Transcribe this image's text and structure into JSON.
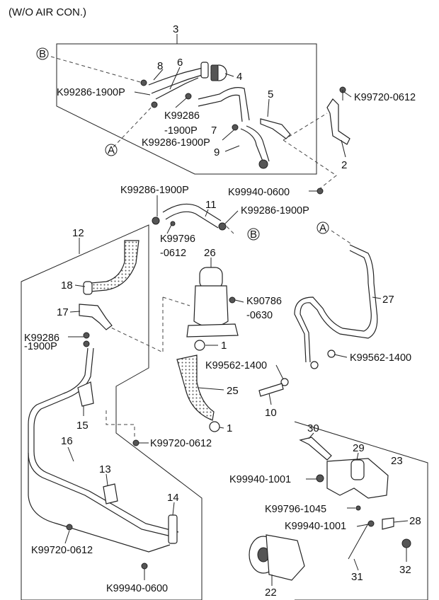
{
  "title": "(W/O AIR CON.)",
  "refs": {
    "a1": "A",
    "a2": "A",
    "b1": "B",
    "b2": "B"
  },
  "parts": {
    "p1a": "1",
    "p1b": "1",
    "p2": "2",
    "p3": "3",
    "p4": "4",
    "p5": "5",
    "p6": "6",
    "p7": "7",
    "p8": "8",
    "p9": "9",
    "p10": "10",
    "p11": "11",
    "p12": "12",
    "p13": "13",
    "p14": "14",
    "p15": "15",
    "p16": "16",
    "p17": "17",
    "p18": "18",
    "p22": "22",
    "p23": "23",
    "p25": "25",
    "p26": "26",
    "p27": "27",
    "p28": "28",
    "p29": "29",
    "p30": "30",
    "p31": "31",
    "p32": "32"
  },
  "codes": {
    "k99286_a": "K99286-1900P",
    "k99286_b1": "K99286",
    "k99286_b2": "-1900P",
    "k99286_c": "K99286-1900P",
    "k99286_d": "K99286-1900P",
    "k99286_e": "K99286-1900P",
    "k99286_f1": "K99286",
    "k99286_f2": "-1900P",
    "k99720_top": "K99720-0612",
    "k99720_mid": "K99720-0612",
    "k99720_left": "K99720-0612",
    "k99940_0600_top": "K99940-0600",
    "k99940_0600_bottom": "K99940-0600",
    "k99796_a": "K99796",
    "k99796_b": "-0612",
    "k90786_a": "K90786",
    "k90786_b": "-0630",
    "k99562_left": "K99562-1400",
    "k99562_right": "K99562-1400",
    "k99940_1001_upper": "K99940-1001",
    "k99940_1001_lower": "K99940-1001",
    "k99796_1045": "K99796-1045"
  }
}
